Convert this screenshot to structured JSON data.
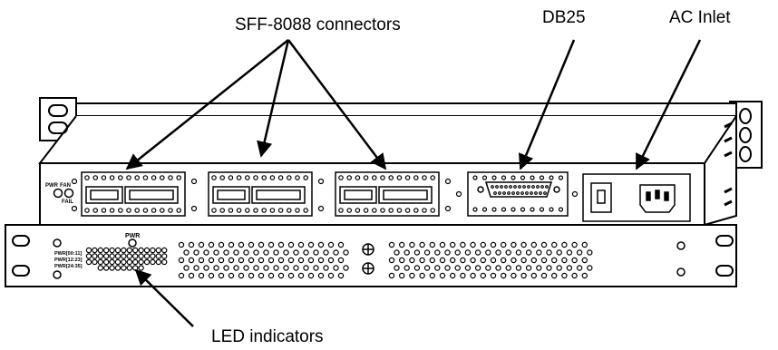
{
  "callouts": {
    "sff": "SFF-8088 connectors",
    "db25": "DB25",
    "ac": "AC Inlet",
    "led": "LED indicators"
  },
  "rear_panel": {
    "pwr": "PWR",
    "fan": "FAN",
    "fail": "FAIL"
  },
  "front_panel": {
    "pwr": "PWR",
    "led_rows": [
      "PWR[00:11]",
      "PWR[12:23]",
      "PWR[24:35]"
    ]
  }
}
